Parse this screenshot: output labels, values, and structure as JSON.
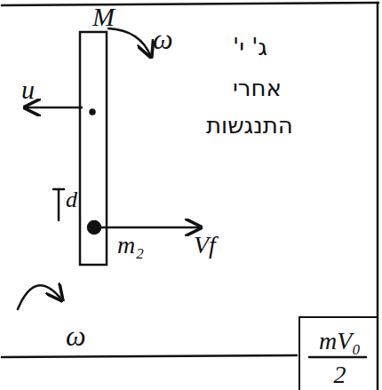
{
  "diagram": {
    "nodes": [
      {
        "text": [
          "mV₀",
          "2"
        ]
      }
    ],
    "labels": [
      "M",
      "ω",
      "u",
      "d",
      "m₂",
      "Vf",
      "ω",
      "ג' י'",
      "אחרי",
      "התנגשות"
    ]
  }
}
